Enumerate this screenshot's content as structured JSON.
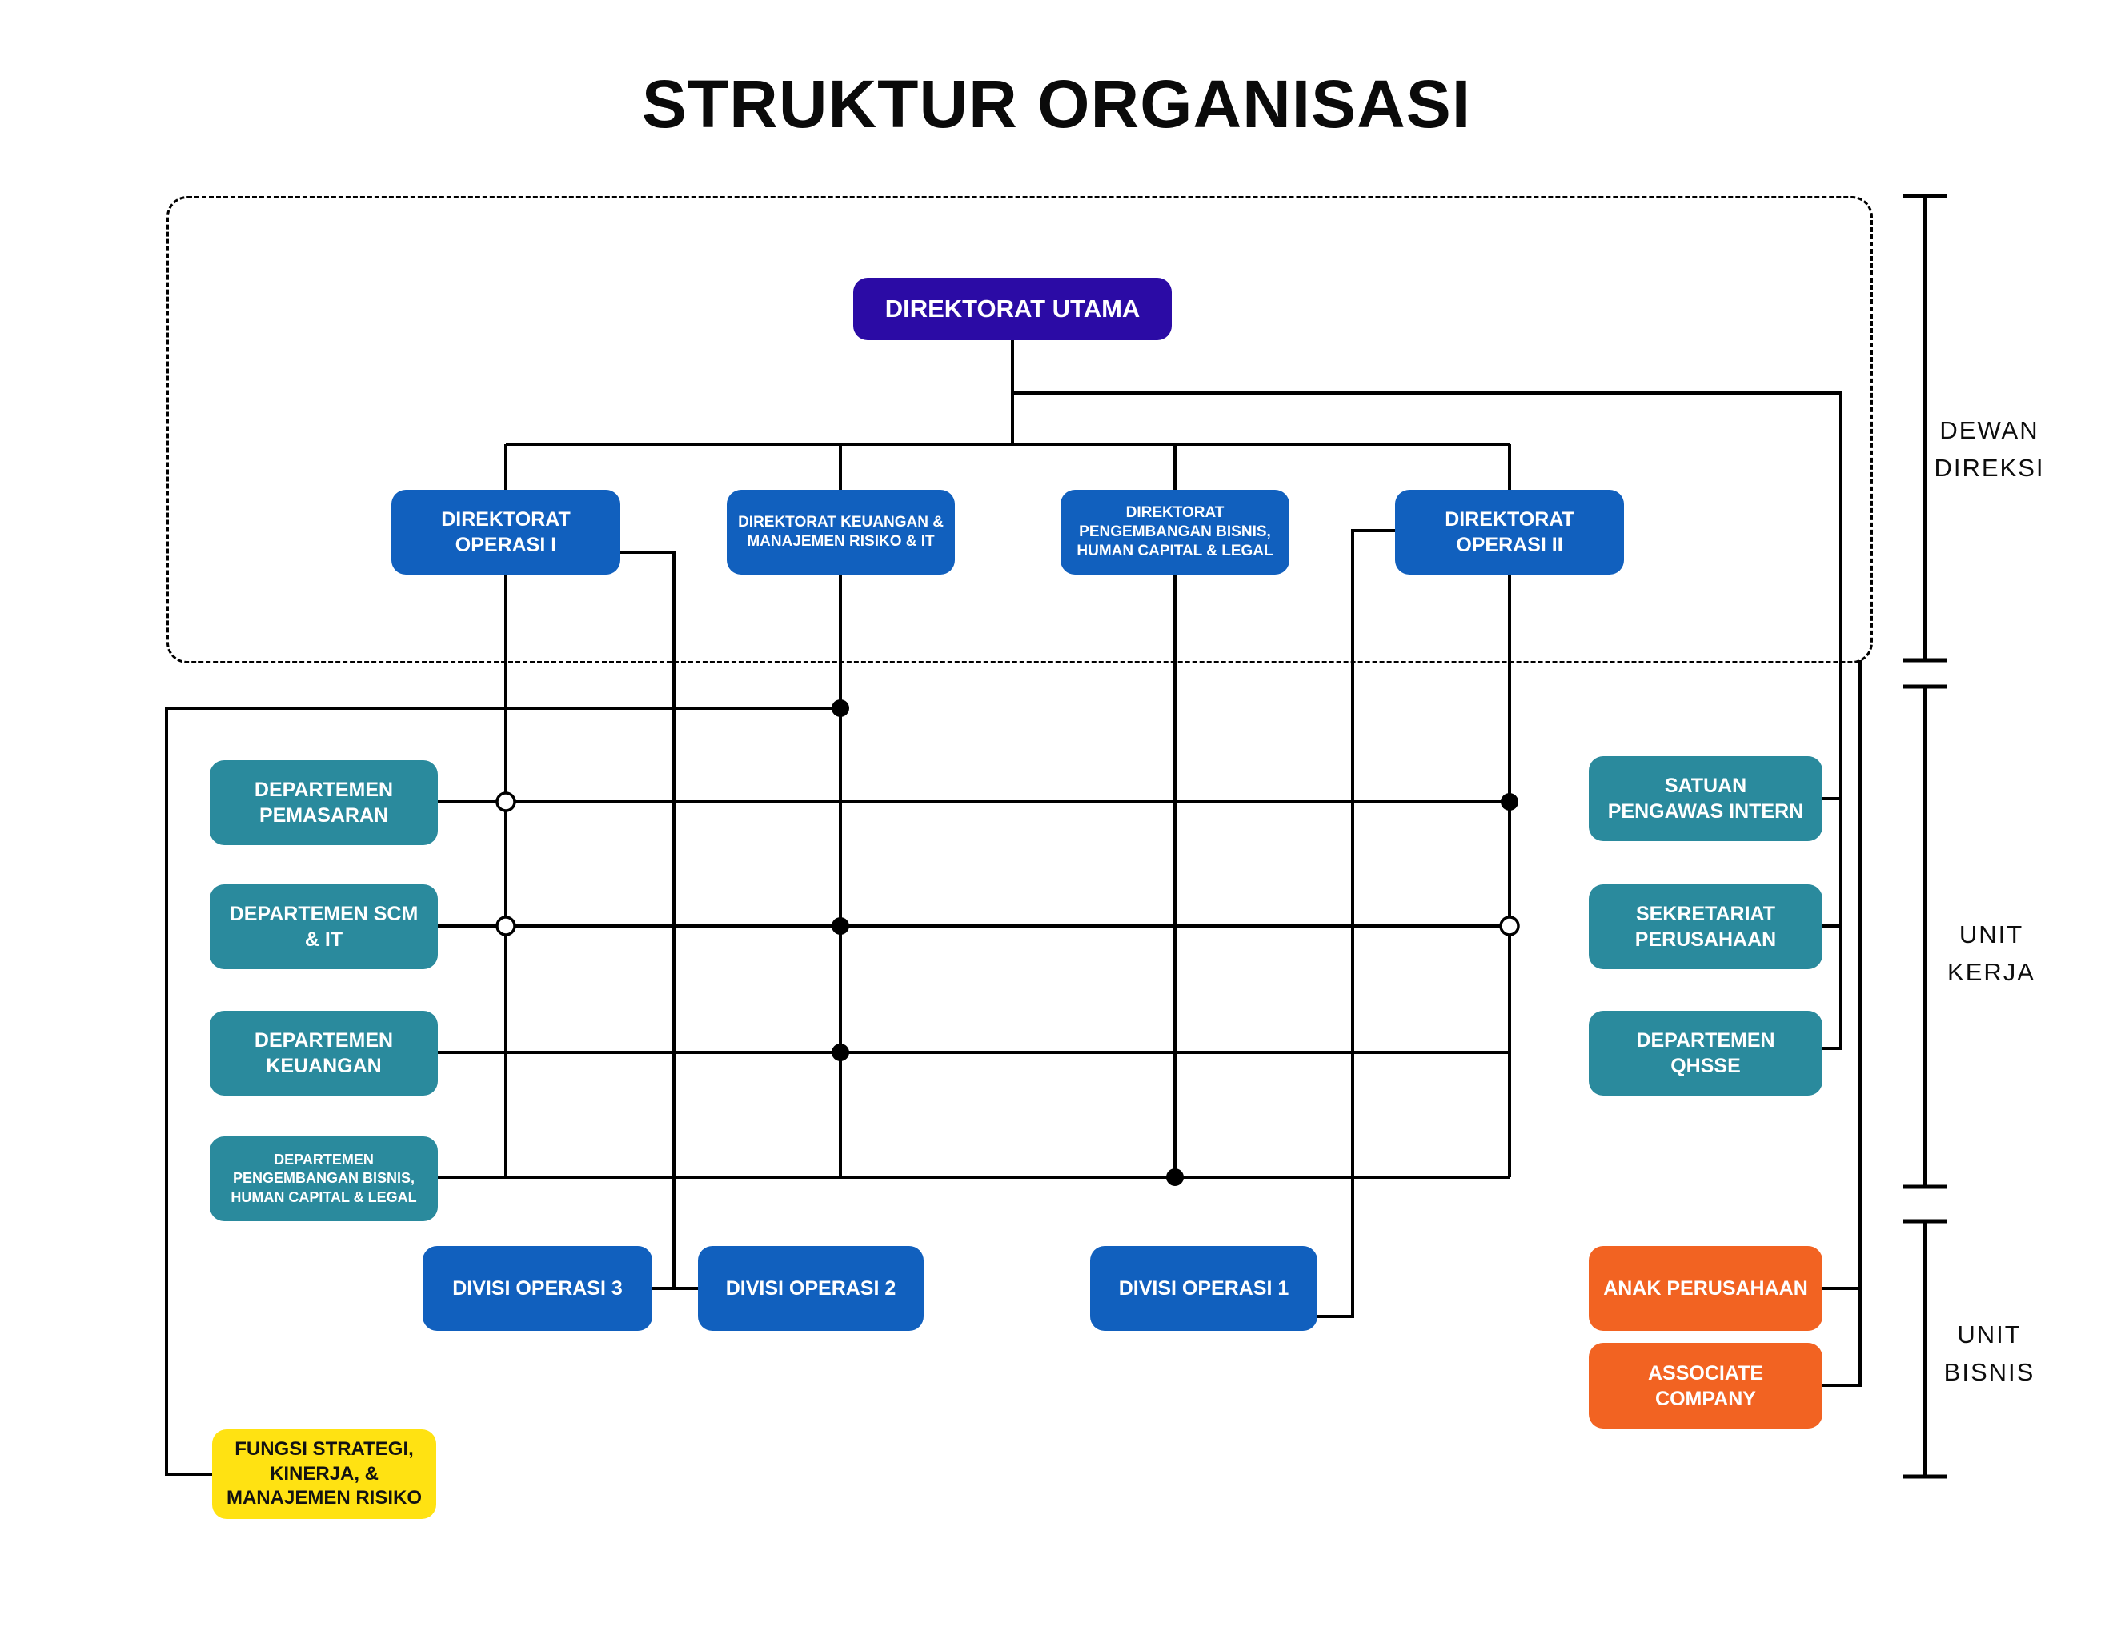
{
  "title": "STRUKTUR ORGANISASI",
  "colors": {
    "indigo": "#2B0BA5",
    "blue": "#1160BE",
    "teal": "#2A8A9D",
    "orange": "#F26322",
    "yellow": "#FFE212",
    "line": "#000000"
  },
  "brackets": {
    "dewan": {
      "label": "DEWAN DIREKSI"
    },
    "kerja": {
      "label": "UNIT KERJA"
    },
    "bisnis": {
      "label": "UNIT BISNIS"
    }
  },
  "nodes": {
    "utama": {
      "label": "DIREKTORAT UTAMA"
    },
    "op1": {
      "label": "DIREKTORAT OPERASI I"
    },
    "keuangan_dir": {
      "label": "DIREKTORAT KEUANGAN & MANAJEMEN RISIKO & IT"
    },
    "pengembangan_dir": {
      "label": "DIREKTORAT PENGEMBANGAN BISNIS, HUMAN CAPITAL & LEGAL"
    },
    "op2": {
      "label": "DIREKTORAT OPERASI II"
    },
    "dep_pemasaran": {
      "label": "DEPARTEMEN PEMASARAN"
    },
    "dep_scm": {
      "label": "DEPARTEMEN SCM & IT"
    },
    "dep_keuangan": {
      "label": "DEPARTEMEN KEUANGAN"
    },
    "dep_pengembangan": {
      "label": "DEPARTEMEN PENGEMBANGAN BISNIS, HUMAN CAPITAL & LEGAL"
    },
    "spi": {
      "label": "SATUAN PENGAWAS INTERN"
    },
    "sekretariat": {
      "label": "SEKRETARIAT PERUSAHAAN"
    },
    "qhsse": {
      "label": "DEPARTEMEN QHSSE"
    },
    "div3": {
      "label": "DIVISI OPERASI 3"
    },
    "div2": {
      "label": "DIVISI OPERASI 2"
    },
    "div1": {
      "label": "DIVISI OPERASI 1"
    },
    "anak": {
      "label": "ANAK PERUSAHAAN"
    },
    "associate": {
      "label": "ASSOCIATE COMPANY"
    },
    "fungsi": {
      "label": "FUNGSI STRATEGI, KINERJA, & MANAJEMEN RISIKO"
    }
  }
}
